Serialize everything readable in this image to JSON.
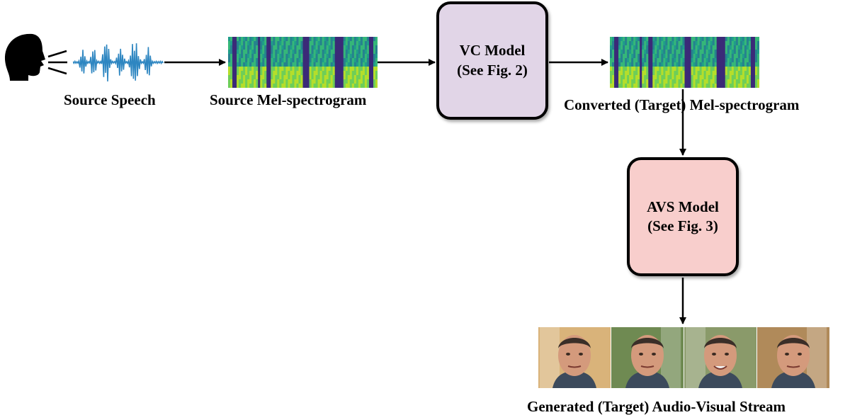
{
  "nodes": {
    "source_speech": {
      "label": "Source Speech"
    },
    "source_mel": {
      "label": "Source Mel-spectrogram"
    },
    "vc_model": {
      "line1": "VC Model",
      "line2": "(See Fig. 2)"
    },
    "converted_mel": {
      "label": "Converted (Target) Mel-spectrogram"
    },
    "avs_model": {
      "line1": "AVS Model",
      "line2": "(See Fig. 3)"
    },
    "output_stream": {
      "label": "Generated (Target) Audio-Visual Stream"
    }
  },
  "colors": {
    "vc_fill": "#e1d5e7",
    "avs_fill": "#f8cecc",
    "waveform": "#2e86c1",
    "arrow": "#000000"
  },
  "icons": [
    "speaking-head-icon",
    "waveform-icon",
    "face-frame-icon"
  ]
}
